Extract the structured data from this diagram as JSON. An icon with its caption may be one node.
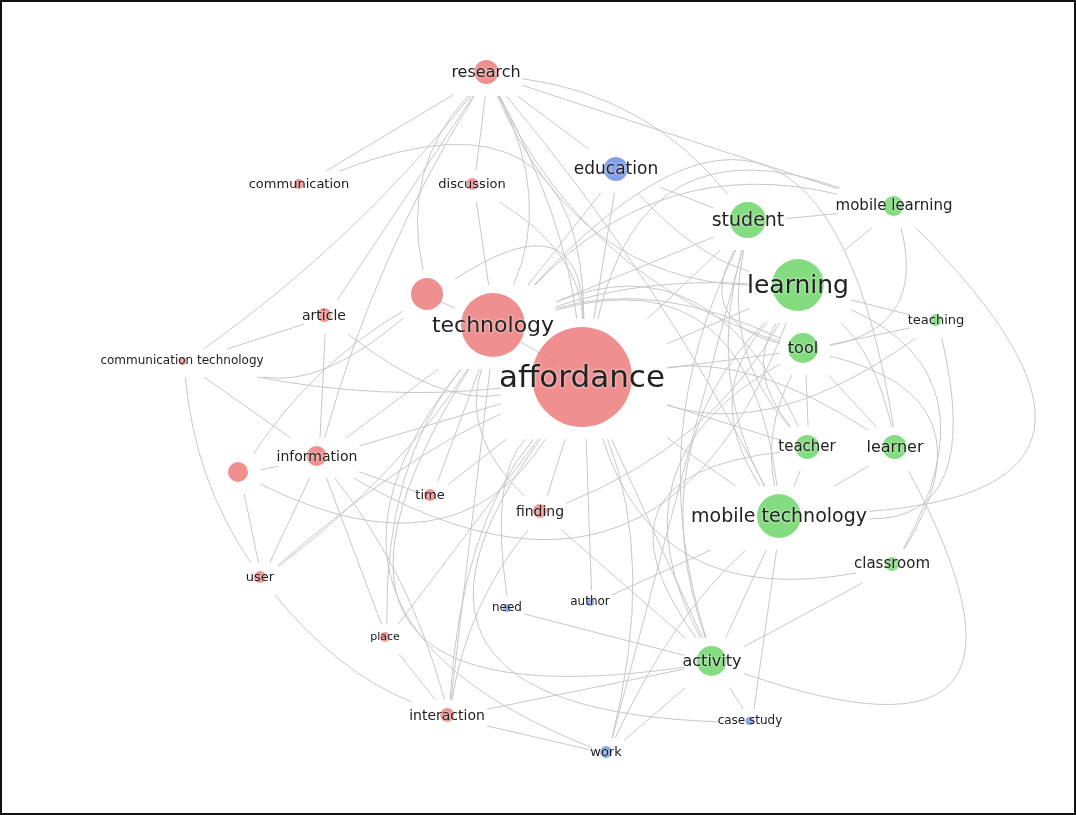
{
  "diagram": {
    "nodes": [
      {
        "text": [
          "research"
        ]
      },
      {
        "text": [
          "communication"
        ]
      },
      {
        "text": [
          "discussion"
        ]
      },
      {
        "text": [
          "education"
        ]
      },
      {
        "text": [
          "student"
        ]
      },
      {
        "text": [
          "mobile learning"
        ]
      },
      {
        "text": [],
        "shape": "circle"
      },
      {
        "text": [
          "article"
        ]
      },
      {
        "text": [
          "technology"
        ]
      },
      {
        "text": [
          "learning"
        ]
      },
      {
        "text": [
          "teaching"
        ]
      },
      {
        "text": [
          "communication technology"
        ]
      },
      {
        "text": [
          "affordance"
        ]
      },
      {
        "text": [
          "tool"
        ]
      },
      {
        "text": [
          "information"
        ]
      },
      {
        "text": [],
        "shape": "circle"
      },
      {
        "text": [
          "teacher"
        ]
      },
      {
        "text": [
          "learner"
        ]
      },
      {
        "text": [
          "time"
        ]
      },
      {
        "text": [
          "finding"
        ]
      },
      {
        "text": [
          "mobile technology"
        ]
      },
      {
        "text": [
          "classroom"
        ]
      },
      {
        "text": [
          "user"
        ]
      },
      {
        "text": [
          "need"
        ]
      },
      {
        "text": [
          "author"
        ]
      },
      {
        "text": [
          "place"
        ]
      },
      {
        "text": [
          "activity"
        ]
      },
      {
        "text": [
          "interaction"
        ]
      },
      {
        "text": [
          "case study"
        ]
      },
      {
        "text": [
          "work"
        ]
      }
    ],
    "edges": [
      {
        "from": 12,
        "to": 0,
        "arrow": "none"
      },
      {
        "from": 12,
        "to": 1,
        "arrow": "none"
      },
      {
        "from": 12,
        "to": 2,
        "arrow": "none"
      },
      {
        "from": 12,
        "to": 3,
        "arrow": "none"
      },
      {
        "from": 12,
        "to": 4,
        "arrow": "none"
      },
      {
        "from": 12,
        "to": 5,
        "arrow": "none"
      },
      {
        "from": 12,
        "to": 6,
        "arrow": "none"
      },
      {
        "from": 12,
        "to": 7,
        "arrow": "none"
      },
      {
        "from": 12,
        "to": 8,
        "arrow": "none"
      },
      {
        "from": 12,
        "to": 9,
        "arrow": "none"
      },
      {
        "from": 12,
        "to": 10,
        "arrow": "none"
      },
      {
        "from": 12,
        "to": 11,
        "arrow": "none"
      },
      {
        "from": 12,
        "to": 13,
        "arrow": "none"
      },
      {
        "from": 12,
        "to": 14,
        "arrow": "none"
      },
      {
        "from": 12,
        "to": 15,
        "arrow": "none"
      },
      {
        "from": 12,
        "to": 16,
        "arrow": "none"
      },
      {
        "from": 12,
        "to": 17,
        "arrow": "none"
      },
      {
        "from": 12,
        "to": 18,
        "arrow": "none"
      },
      {
        "from": 12,
        "to": 19,
        "arrow": "none"
      },
      {
        "from": 12,
        "to": 20,
        "arrow": "none"
      },
      {
        "from": 12,
        "to": 21,
        "arrow": "none"
      },
      {
        "from": 12,
        "to": 22,
        "arrow": "none"
      },
      {
        "from": 12,
        "to": 23,
        "arrow": "none"
      },
      {
        "from": 12,
        "to": 24,
        "arrow": "none"
      },
      {
        "from": 12,
        "to": 25,
        "arrow": "none"
      },
      {
        "from": 12,
        "to": 26,
        "arrow": "none"
      },
      {
        "from": 12,
        "to": 27,
        "arrow": "none"
      },
      {
        "from": 12,
        "to": 28,
        "arrow": "none"
      },
      {
        "from": 12,
        "to": 29,
        "arrow": "none"
      },
      {
        "from": 8,
        "to": 0,
        "arrow": "none"
      },
      {
        "from": 8,
        "to": 2,
        "arrow": "none"
      },
      {
        "from": 8,
        "to": 3,
        "arrow": "none"
      },
      {
        "from": 8,
        "to": 4,
        "arrow": "none"
      },
      {
        "from": 8,
        "to": 5,
        "arrow": "none"
      },
      {
        "from": 8,
        "to": 6,
        "arrow": "none"
      },
      {
        "from": 8,
        "to": 9,
        "arrow": "none"
      },
      {
        "from": 8,
        "to": 13,
        "arrow": "none"
      },
      {
        "from": 8,
        "to": 14,
        "arrow": "none"
      },
      {
        "from": 8,
        "to": 16,
        "arrow": "none"
      },
      {
        "from": 8,
        "to": 17,
        "arrow": "none"
      },
      {
        "from": 8,
        "to": 18,
        "arrow": "none"
      },
      {
        "from": 8,
        "to": 19,
        "arrow": "none"
      },
      {
        "from": 8,
        "to": 20,
        "arrow": "none"
      },
      {
        "from": 8,
        "to": 22,
        "arrow": "none"
      },
      {
        "from": 8,
        "to": 25,
        "arrow": "none"
      },
      {
        "from": 8,
        "to": 26,
        "arrow": "none"
      },
      {
        "from": 8,
        "to": 27,
        "arrow": "none"
      },
      {
        "from": 8,
        "to": 29,
        "arrow": "none"
      },
      {
        "from": 0,
        "to": 1,
        "arrow": "none"
      },
      {
        "from": 0,
        "to": 2,
        "arrow": "none"
      },
      {
        "from": 0,
        "to": 3,
        "arrow": "none"
      },
      {
        "from": 0,
        "to": 4,
        "arrow": "none"
      },
      {
        "from": 0,
        "to": 5,
        "arrow": "none"
      },
      {
        "from": 0,
        "to": 6,
        "arrow": "none"
      },
      {
        "from": 0,
        "to": 7,
        "arrow": "none"
      },
      {
        "from": 0,
        "to": 9,
        "arrow": "none"
      },
      {
        "from": 0,
        "to": 11,
        "arrow": "none"
      },
      {
        "from": 0,
        "to": 13,
        "arrow": "none"
      },
      {
        "from": 0,
        "to": 14,
        "arrow": "none"
      },
      {
        "from": 0,
        "to": 20,
        "arrow": "none"
      },
      {
        "from": 9,
        "to": 3,
        "arrow": "none"
      },
      {
        "from": 9,
        "to": 5,
        "arrow": "none"
      },
      {
        "from": 9,
        "to": 10,
        "arrow": "none"
      },
      {
        "from": 9,
        "to": 16,
        "arrow": "none"
      },
      {
        "from": 9,
        "to": 17,
        "arrow": "none"
      },
      {
        "from": 9,
        "to": 20,
        "arrow": "none"
      },
      {
        "from": 9,
        "to": 21,
        "arrow": "none"
      },
      {
        "from": 9,
        "to": 26,
        "arrow": "none"
      },
      {
        "from": 9,
        "to": 14,
        "arrow": "none"
      },
      {
        "from": 9,
        "to": 19,
        "arrow": "none"
      },
      {
        "from": 4,
        "to": 3,
        "arrow": "none"
      },
      {
        "from": 4,
        "to": 5,
        "arrow": "none"
      },
      {
        "from": 4,
        "to": 13,
        "arrow": "none"
      },
      {
        "from": 4,
        "to": 16,
        "arrow": "none"
      },
      {
        "from": 4,
        "to": 20,
        "arrow": "none"
      },
      {
        "from": 4,
        "to": 26,
        "arrow": "none"
      },
      {
        "from": 4,
        "to": 29,
        "arrow": "none"
      },
      {
        "from": 20,
        "to": 5,
        "arrow": "none"
      },
      {
        "from": 20,
        "to": 10,
        "arrow": "none"
      },
      {
        "from": 20,
        "to": 13,
        "arrow": "none"
      },
      {
        "from": 20,
        "to": 16,
        "arrow": "none"
      },
      {
        "from": 20,
        "to": 17,
        "arrow": "none"
      },
      {
        "from": 20,
        "to": 26,
        "arrow": "none"
      },
      {
        "from": 20,
        "to": 28,
        "arrow": "none"
      },
      {
        "from": 20,
        "to": 29,
        "arrow": "none"
      },
      {
        "from": 20,
        "to": 24,
        "arrow": "none"
      },
      {
        "from": 13,
        "to": 5,
        "arrow": "none"
      },
      {
        "from": 13,
        "to": 10,
        "arrow": "none"
      },
      {
        "from": 13,
        "to": 16,
        "arrow": "none"
      },
      {
        "from": 13,
        "to": 17,
        "arrow": "none"
      },
      {
        "from": 13,
        "to": 21,
        "arrow": "none"
      },
      {
        "from": 13,
        "to": 26,
        "arrow": "none"
      },
      {
        "from": 14,
        "to": 11,
        "arrow": "none"
      },
      {
        "from": 14,
        "to": 15,
        "arrow": "none"
      },
      {
        "from": 14,
        "to": 22,
        "arrow": "none"
      },
      {
        "from": 14,
        "to": 7,
        "arrow": "none"
      },
      {
        "from": 14,
        "to": 25,
        "arrow": "none"
      },
      {
        "from": 14,
        "to": 27,
        "arrow": "none"
      },
      {
        "from": 14,
        "to": 18,
        "arrow": "none"
      },
      {
        "from": 15,
        "to": 22,
        "arrow": "none"
      },
      {
        "from": 15,
        "to": 6,
        "arrow": "none"
      },
      {
        "from": 11,
        "to": 6,
        "arrow": "none"
      },
      {
        "from": 11,
        "to": 7,
        "arrow": "none"
      },
      {
        "from": 11,
        "to": 22,
        "arrow": "none"
      },
      {
        "from": 26,
        "to": 16,
        "arrow": "none"
      },
      {
        "from": 26,
        "to": 17,
        "arrow": "none"
      },
      {
        "from": 26,
        "to": 21,
        "arrow": "none"
      },
      {
        "from": 26,
        "to": 28,
        "arrow": "none"
      },
      {
        "from": 26,
        "to": 29,
        "arrow": "none"
      },
      {
        "from": 26,
        "to": 27,
        "arrow": "none"
      },
      {
        "from": 26,
        "to": 19,
        "arrow": "none"
      },
      {
        "from": 26,
        "to": 23,
        "arrow": "none"
      },
      {
        "from": 27,
        "to": 22,
        "arrow": "none"
      },
      {
        "from": 27,
        "to": 25,
        "arrow": "none"
      },
      {
        "from": 27,
        "to": 29,
        "arrow": "none"
      },
      {
        "from": 27,
        "to": 19,
        "arrow": "none"
      }
    ]
  }
}
